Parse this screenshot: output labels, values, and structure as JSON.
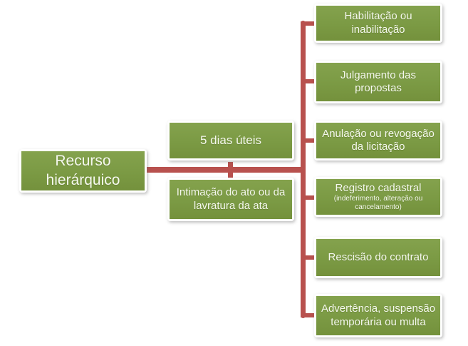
{
  "colors": {
    "box_green": "#7b9a44",
    "box_green_light": "#84a24d",
    "box_green_dark": "#74913c",
    "line_red": "#b8514e",
    "text_white": "#f5f8ee",
    "canvas_bg": "#ffffff"
  },
  "root": {
    "label": "Recurso hierárquico"
  },
  "middle": {
    "deadline_label": "5 dias úteis",
    "event_label": "Intimação do ato ou da lavratura da ata"
  },
  "leaves": [
    {
      "label": "Habilitação ou inabilitação"
    },
    {
      "label": "Julgamento das propostas"
    },
    {
      "label": "Anulação ou revogação da licitação"
    },
    {
      "label": "Registro cadastral",
      "sub": "(indeferimento, alteração ou cancelamento)"
    },
    {
      "label": "Rescisão do contrato"
    },
    {
      "label": "Advertência, suspensão temporária ou multa"
    }
  ]
}
